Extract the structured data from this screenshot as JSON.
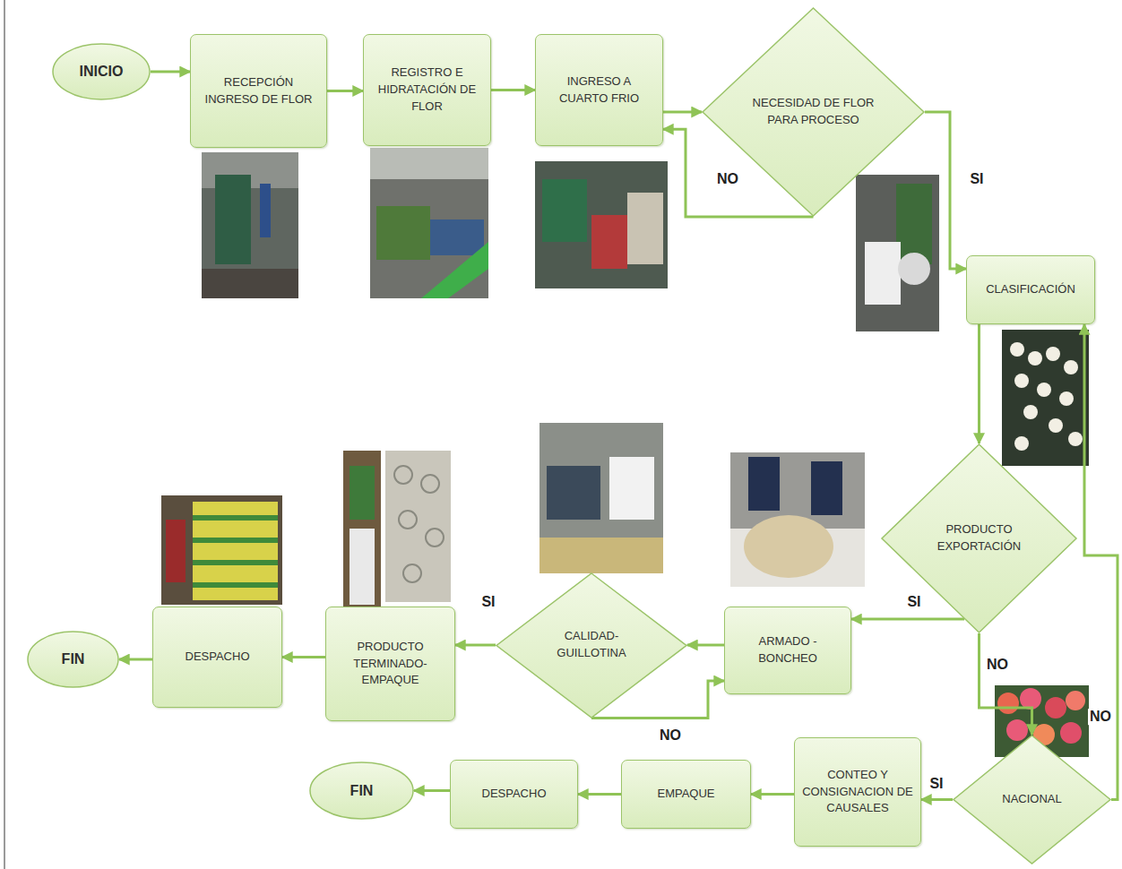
{
  "diagram": {
    "nodes": [
      {
        "text": [
          "INICIO"
        ]
      },
      {
        "text": [
          "RECEPCIÓN INGRESO DE FLOR"
        ]
      },
      {
        "text": [
          "REGISTRO E HIDRATACIÓN DE FLOR"
        ]
      },
      {
        "text": [
          "INGRESO A CUARTO FRIO"
        ]
      },
      {
        "text": [
          "NECESIDAD DE FLOR PARA PROCESO"
        ]
      },
      {
        "text": [
          "CLASIFICACIÓN"
        ]
      },
      {
        "text": [
          "PRODUCTO EXPORTACIÓN"
        ]
      },
      {
        "text": [
          "ARMADO - BONCHEO"
        ]
      },
      {
        "text": [
          "CALIDAD- GUILLOTINA"
        ]
      },
      {
        "text": [
          "PRODUCTO TERMINADO- EMPAQUE"
        ]
      },
      {
        "text": [
          "DESPACHO"
        ]
      },
      {
        "text": [
          "FIN"
        ]
      },
      {
        "text": [
          "NACIONAL"
        ]
      },
      {
        "text": [
          "CONTEO Y CONSIGNACION DE CAUSALES"
        ]
      },
      {
        "text": [
          "EMPAQUE"
        ]
      },
      {
        "text": [
          "DESPACHO"
        ]
      },
      {
        "text": [
          "FIN"
        ]
      }
    ],
    "edges": [
      {
        "from": 0,
        "to": 1,
        "arrow": "to"
      },
      {
        "from": 1,
        "to": 2,
        "arrow": "to"
      },
      {
        "from": 2,
        "to": 3,
        "arrow": "to"
      },
      {
        "from": 3,
        "to": 4,
        "arrow": "to"
      },
      {
        "from": 4,
        "to": 3,
        "label": "NO",
        "arrow": "to"
      },
      {
        "from": 4,
        "to": 5,
        "label": "SI",
        "arrow": "to"
      },
      {
        "from": 5,
        "to": 6,
        "arrow": "to"
      },
      {
        "from": 6,
        "to": 7,
        "label": "SI",
        "arrow": "to"
      },
      {
        "from": 6,
        "to": 12,
        "label": "NO",
        "arrow": "to"
      },
      {
        "from": 12,
        "to": 5,
        "label": "NO",
        "arrow": "to"
      },
      {
        "from": 7,
        "to": 8,
        "arrow": "to"
      },
      {
        "from": 8,
        "to": 9,
        "label": "SI",
        "arrow": "to"
      },
      {
        "from": 8,
        "to": 7,
        "label": "NO",
        "arrow": "to"
      },
      {
        "from": 9,
        "to": 10,
        "arrow": "to"
      },
      {
        "from": 10,
        "to": 11,
        "arrow": "to"
      },
      {
        "from": 12,
        "to": 13,
        "label": "SI",
        "arrow": "to"
      },
      {
        "from": 13,
        "to": 14,
        "arrow": "to"
      },
      {
        "from": 14,
        "to": 15,
        "arrow": "to"
      },
      {
        "from": 15,
        "to": 16,
        "arrow": "to"
      }
    ]
  }
}
